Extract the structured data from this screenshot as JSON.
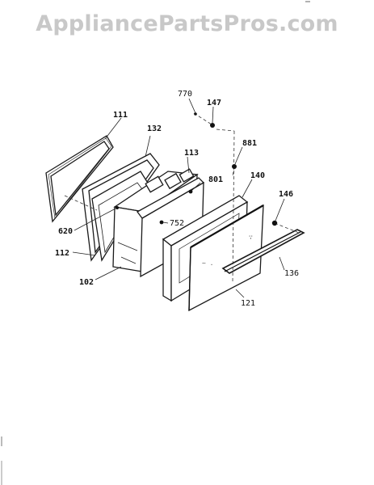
{
  "watermark": "AppliancePartsPros.com",
  "parts": [
    {
      "id": "770",
      "label": "770"
    },
    {
      "id": "147",
      "label": "147"
    },
    {
      "id": "881",
      "label": "881"
    },
    {
      "id": "111",
      "label": "111"
    },
    {
      "id": "132",
      "label": "132"
    },
    {
      "id": "113",
      "label": "113"
    },
    {
      "id": "801",
      "label": "801"
    },
    {
      "id": "140",
      "label": "140"
    },
    {
      "id": "146",
      "label": "146"
    },
    {
      "id": "620",
      "label": "620"
    },
    {
      "id": "752",
      "label": "752"
    },
    {
      "id": "112",
      "label": "112"
    },
    {
      "id": "102",
      "label": "102"
    },
    {
      "id": "136",
      "label": "136"
    },
    {
      "id": "121",
      "label": "121"
    }
  ]
}
